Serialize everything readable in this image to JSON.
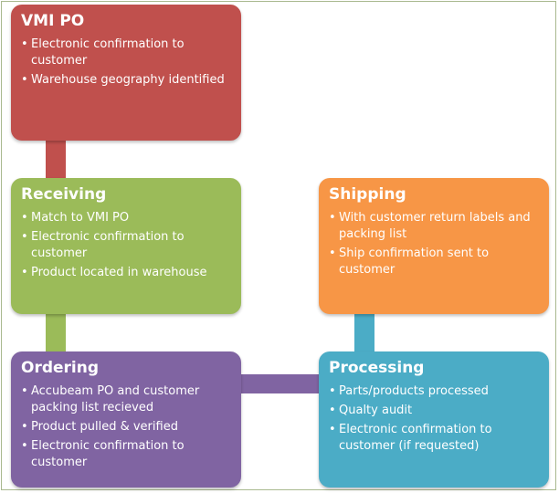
{
  "boxes": {
    "vmi_po": {
      "title": "VMI PO",
      "items": [
        "Electronic confirmation to customer",
        "Warehouse geography identified"
      ]
    },
    "receiving": {
      "title": "Receiving",
      "items": [
        "Match to VMI PO",
        "Electronic confirmation to customer",
        "Product located in warehouse"
      ]
    },
    "ordering": {
      "title": "Ordering",
      "items": [
        "Accubeam PO and customer packing list recieved",
        "Product pulled & verified",
        "Electronic confirmation to customer"
      ]
    },
    "shipping": {
      "title": "Shipping",
      "items": [
        "With customer return labels and packing list",
        "Ship confirmation sent to customer"
      ]
    },
    "processing": {
      "title": "Processing",
      "items": [
        "Parts/products processed",
        "Qualty audit",
        "Electronic confirmation to customer (if requested)"
      ]
    }
  },
  "colors": {
    "vmi_po": "#c0504d",
    "receiving": "#9bbb59",
    "ordering": "#8064a2",
    "shipping": "#f79646",
    "processing": "#4bacc6"
  }
}
